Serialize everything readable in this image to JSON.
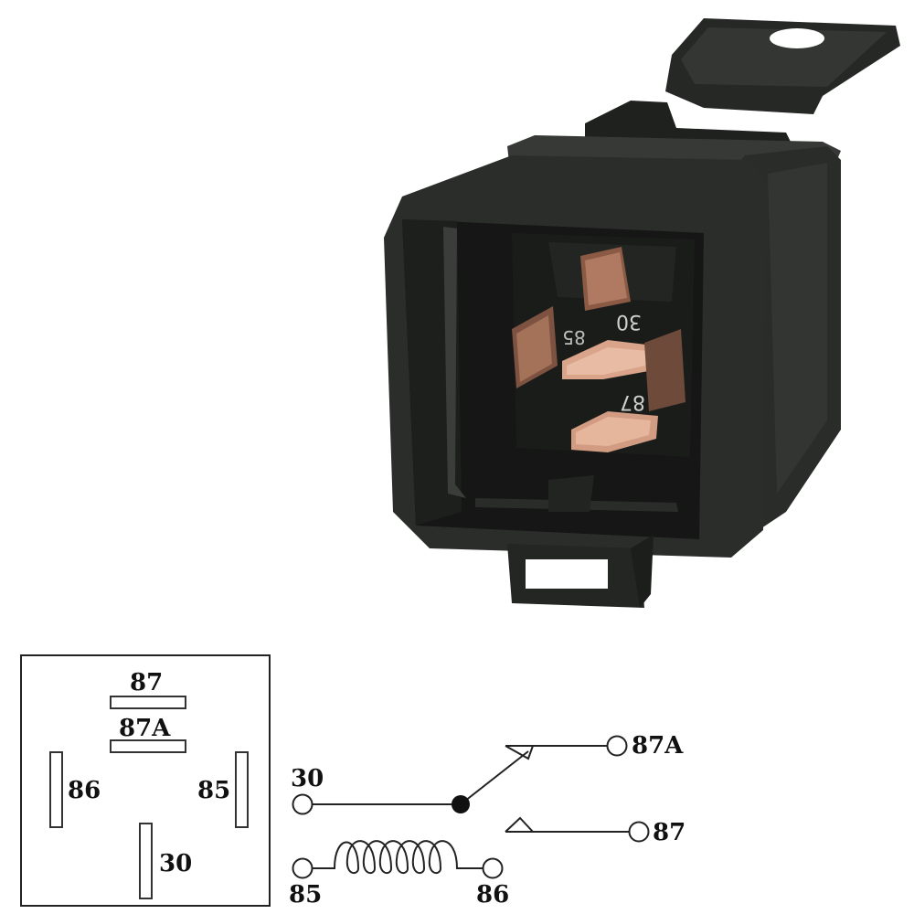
{
  "photo": {
    "description_icon": "relay-photo",
    "housing_marks": {
      "pin_30": "30",
      "pin_85": "85",
      "pin_87": "87"
    }
  },
  "pinout": {
    "pin_87": "87",
    "pin_87a": "87A",
    "pin_86": "86",
    "pin_85": "85",
    "pin_30": "30"
  },
  "schematic": {
    "terminal_30": "30",
    "terminal_87a": "87A",
    "terminal_87": "87",
    "coil_85": "85",
    "coil_86": "86"
  },
  "colors": {
    "housing": "#2b2d2b",
    "housing_edge": "#3c3f3c",
    "copper": "#c8866a",
    "line": "#222222"
  }
}
